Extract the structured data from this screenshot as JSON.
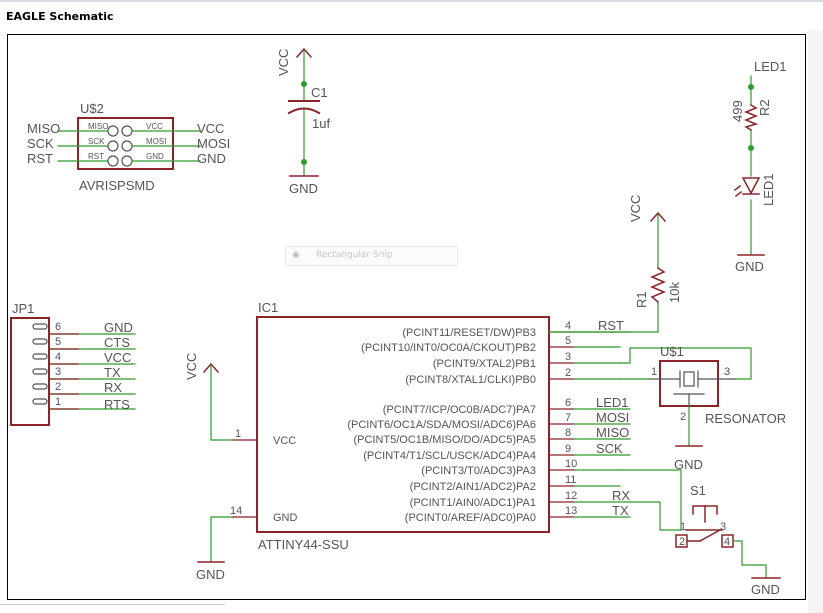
{
  "window": {
    "title": "EAGLE Schematic"
  },
  "overlay": {
    "snip_label": "Rectangular Snip"
  },
  "isp": {
    "ref": "U$2",
    "name": "AVRISPSMD",
    "pins_left": [
      "MISO",
      "SCK",
      "RST"
    ],
    "pins_right": [
      "VCC",
      "MOSI",
      "GND"
    ],
    "nets_left": [
      "MISO",
      "SCK",
      "RST"
    ],
    "nets_right": [
      "VCC",
      "MOSI",
      "GND"
    ]
  },
  "cap": {
    "ref": "C1",
    "value": "1uf",
    "top_net": "VCC",
    "bottom_net": "GND"
  },
  "led_branch": {
    "net": "LED1",
    "res_ref": "R2",
    "res_value": "499",
    "led_ref": "LED1",
    "gnd": "GND"
  },
  "r1": {
    "ref": "R1",
    "value": "10k",
    "net": "VCC"
  },
  "jp1": {
    "ref": "JP1",
    "pin_numbers": [
      "6",
      "5",
      "4",
      "3",
      "2",
      "1"
    ],
    "nets": [
      "GND",
      "CTS",
      "VCC",
      "TX",
      "RX",
      "RTS"
    ]
  },
  "ic": {
    "ref": "IC1",
    "name": "ATTINY44-SSU",
    "left_pins": [
      {
        "num": "1",
        "name": "VCC"
      },
      {
        "num": "14",
        "name": "GND"
      }
    ],
    "right_pins": [
      {
        "name": "(PCINT11/RESET/DW)PB3",
        "num": "4",
        "net": "RST"
      },
      {
        "name": "(PCINT10/INT0/OC0A/CKOUT)PB2",
        "num": "5",
        "net": ""
      },
      {
        "name": "(PCINT9/XTAL2)PB1",
        "num": "3",
        "net": ""
      },
      {
        "name": "(PCINT8/XTAL1/CLKI)PB0",
        "num": "2",
        "net": ""
      },
      {
        "name": "(PCINT7/ICP/OC0B/ADC7)PA7",
        "num": "6",
        "net": "LED1"
      },
      {
        "name": "(PCINT6/OC1A/SDA/MOSI/ADC6)PA6",
        "num": "7",
        "net": "MOSI"
      },
      {
        "name": "(PCINT5/OC1B/MISO/DO/ADC5)PA5",
        "num": "8",
        "net": "MISO"
      },
      {
        "name": "(PCINT4/T1/SCL/USCK/ADC4)PA4",
        "num": "9",
        "net": "SCK"
      },
      {
        "name": "(PCINT3/T0/ADC3)PA3",
        "num": "10",
        "net": ""
      },
      {
        "name": "(PCINT2/AIN1/ADC2)PA2",
        "num": "11",
        "net": ""
      },
      {
        "name": "(PCINT1/AIN0/ADC1)PA1",
        "num": "12",
        "net": "RX"
      },
      {
        "name": "(PCINT0/AREF/ADC0)PA0",
        "num": "13",
        "net": "TX"
      }
    ]
  },
  "supplies": {
    "vcc_ic": "VCC",
    "gnd_ic": "GND"
  },
  "resonator": {
    "ref": "U$1",
    "name": "RESONATOR",
    "pin1": "1",
    "pin2": "2",
    "pin3": "3",
    "gnd": "GND"
  },
  "switch": {
    "ref": "S1",
    "pin1": "1",
    "pin2": "2",
    "pin3": "3",
    "pin4": "4",
    "gnd": "GND"
  },
  "colors": {
    "wire": "#2e9b2e",
    "symbol": "#8b2328",
    "text": "#555555"
  }
}
